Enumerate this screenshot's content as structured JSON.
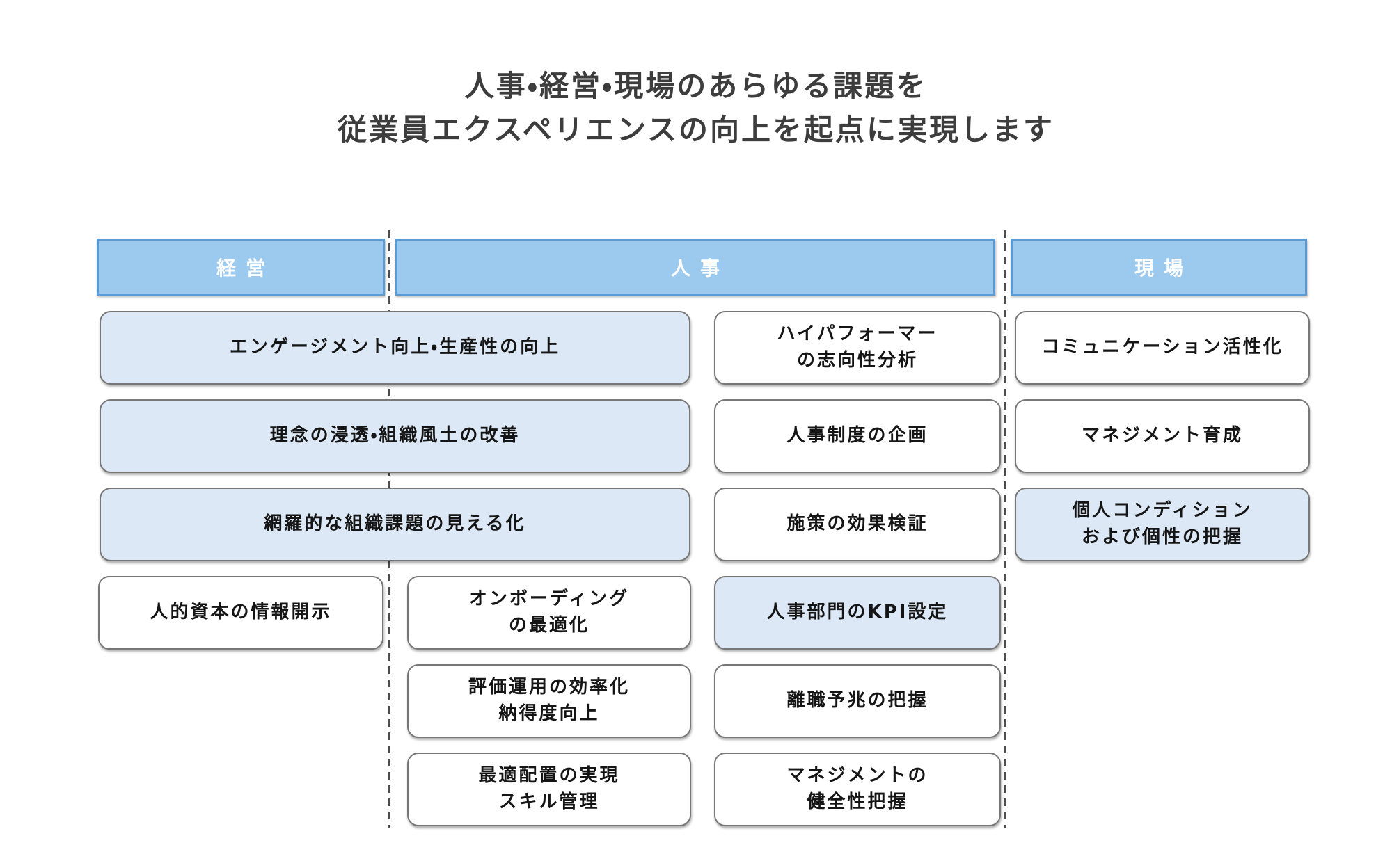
{
  "title": {
    "line1": "人事・経営・現場のあらゆる課題を",
    "line2": "従業員エクスペリエンスの向上を起点に実現します"
  },
  "columns": {
    "management": {
      "label": "経営"
    },
    "hr": {
      "label": "人事"
    },
    "field": {
      "label": "現場"
    }
  },
  "boxes": [
    {
      "line1": "エンゲージメント向上・生産性の向上",
      "highlight": true,
      "column": "経営/人事"
    },
    {
      "line1": "理念の浸透・組織風土の改善",
      "highlight": true,
      "column": "経営/人事"
    },
    {
      "line1": "網羅的な組織課題の見える化",
      "highlight": true,
      "column": "経営/人事"
    },
    {
      "line1": "ハイパフォーマー",
      "line2": "の志向性分析",
      "highlight": false,
      "column": "人事"
    },
    {
      "line1": "コミュニケーション活性化",
      "highlight": false,
      "column": "現場"
    },
    {
      "line1": "人事制度の企画",
      "highlight": false,
      "column": "人事"
    },
    {
      "line1": "マネジメント育成",
      "highlight": false,
      "column": "現場"
    },
    {
      "line1": "施策の効果検証",
      "highlight": false,
      "column": "人事"
    },
    {
      "line1": "個人コンディション",
      "line2": "および個性の把握",
      "highlight": true,
      "column": "現場"
    },
    {
      "line1": "人的資本の情報開示",
      "highlight": false,
      "column": "経営"
    },
    {
      "line1": "オンボーディング",
      "line2": "の最適化",
      "highlight": false,
      "column": "人事"
    },
    {
      "line1": "人事部門のKPI設定",
      "highlight": true,
      "column": "人事"
    },
    {
      "line1": "評価運用の効率化",
      "line2": "納得度向上",
      "highlight": false,
      "column": "人事"
    },
    {
      "line1": "離職予兆の把握",
      "highlight": false,
      "column": "人事"
    },
    {
      "line1": "最適配置の実現",
      "line2": "スキル管理",
      "highlight": false,
      "column": "人事"
    },
    {
      "line1": "マネジメントの",
      "line2": "健全性把握",
      "highlight": false,
      "column": "人事"
    }
  ],
  "colors": {
    "header_fill": "#9CC9EE",
    "header_border": "#5B9BD5",
    "header_text": "#FFFFFF",
    "highlight_fill": "#DCE8F5",
    "box_fill": "#FFFFFF",
    "box_border": "#777777",
    "box_text": "#151515",
    "title_text": "#3D3D3D",
    "divider": "#4D4D4D"
  }
}
